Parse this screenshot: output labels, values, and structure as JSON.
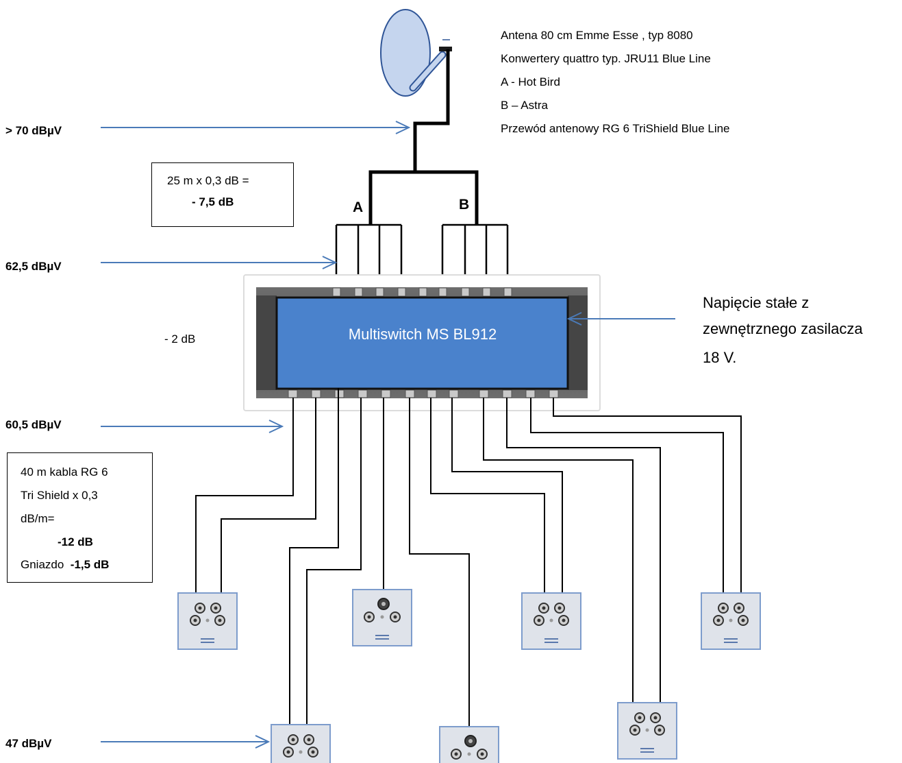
{
  "antenna_info": [
    "Antena 80 cm Emme Esse , typ 8080",
    "Konwertery  quattro typ. JRU11 Blue Line",
    "A - Hot Bird",
    "B – Astra",
    "Przewód antenowy  RG 6 TriShield  Blue Line"
  ],
  "levels": {
    "antenna": "> 70 dBµV",
    "multiswitch_in": "62,5 dBµV",
    "multiswitch_out": "60,5 dBµV",
    "socket": "47 dBµV"
  },
  "cable_loss_box": {
    "line1": "25 m x 0,3 dB =",
    "line2": "- 7,5 dB"
  },
  "switch_loss": "- 2 dB",
  "socket_loss_box": {
    "line1": "40 m kabla RG 6",
    "line2": "Tri Shield x 0,3",
    "line3": "dB/m=",
    "line4": "-12 dB",
    "line5_prefix": "Gniazdo",
    "line5_value": "-1,5 dB"
  },
  "lnb_labels": {
    "a": "A",
    "b": "B"
  },
  "multiswitch_label": "Multiswitch  MS BL912",
  "power_supply": [
    "Napięcie stałe z",
    "zewnętrznego zasilacza",
    "18 V."
  ],
  "colors": {
    "arrow": "#4a7ab8",
    "multiswitch_face": "#4a82cc",
    "multiswitch_body": "#5a5a5a",
    "dish": "#c5d5ee",
    "socket_plate": "#dfe3ea",
    "socket_border": "#7d9ccc"
  }
}
